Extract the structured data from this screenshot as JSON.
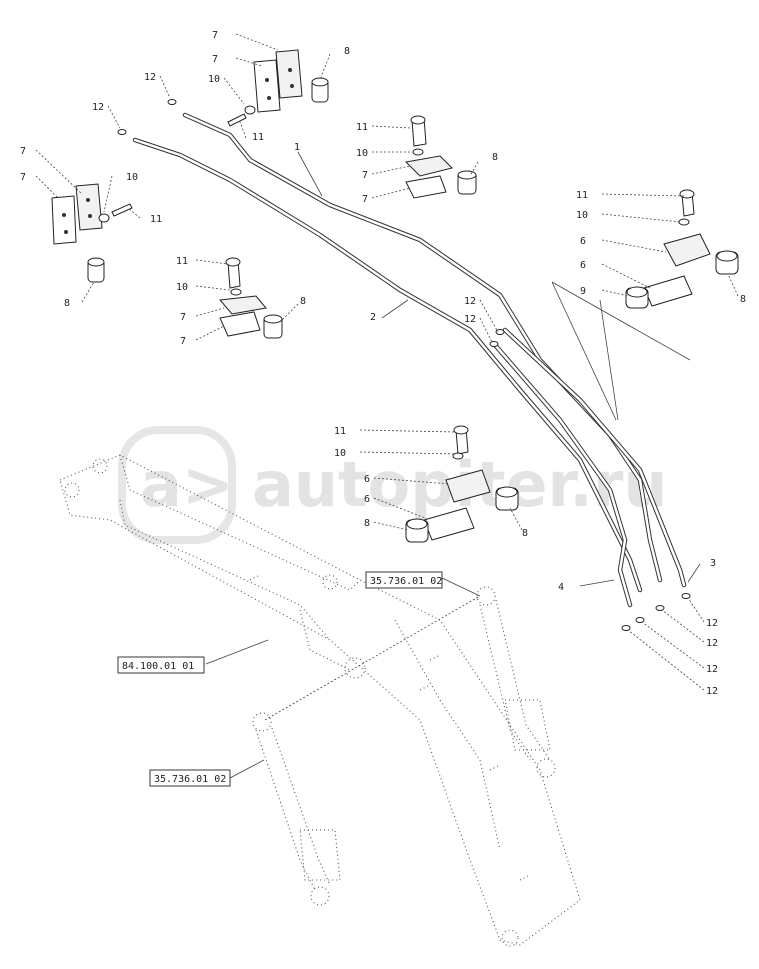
{
  "diagram": {
    "watermark": "autopiter.ru",
    "callouts": {
      "c7a": "7",
      "c7b": "7",
      "c8a": "8",
      "c10a": "10",
      "c11a": "11",
      "c12a": "12",
      "c12b": "12",
      "c7c": "7",
      "c7d": "7",
      "c10b": "10",
      "c11b": "11",
      "c8b": "8",
      "c1": "1",
      "c11c": "11",
      "c10c": "10",
      "c7e": "7",
      "c7f": "7",
      "c8c": "8",
      "c11d": "11",
      "c10d": "10",
      "c7g": "7",
      "c7h": "7",
      "c8d": "8",
      "c2": "2",
      "c11e": "11",
      "c10e": "10",
      "c6a": "6",
      "c6b": "6",
      "c9": "9",
      "c8e": "8",
      "c12c": "12",
      "c12d": "12",
      "c11f": "11",
      "c10f": "10",
      "c6c": "6",
      "c6d": "6",
      "c8f": "8",
      "c8g": "8",
      "c3": "3",
      "c4": "4",
      "c12e": "12",
      "c12f": "12",
      "c12g": "12",
      "c12h": "12"
    },
    "references": {
      "cylinder_top": "35.736.01 02",
      "boom": "84.100.01 01",
      "cylinder_bottom": "35.736.01 02"
    }
  }
}
